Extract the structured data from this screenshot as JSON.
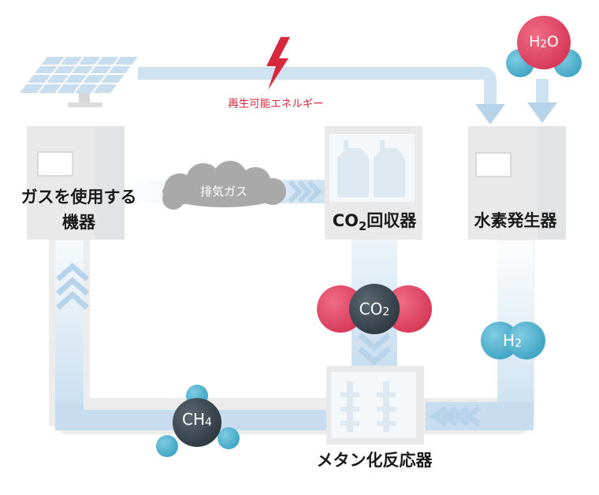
{
  "nodes": {
    "gas_device": {
      "line1": "ガスを使用する",
      "line2": "機器"
    },
    "co2_recovery": {
      "prefix": "CO",
      "sub": "2",
      "suffix": "回収器"
    },
    "h2_generator": {
      "label": "水素発生器"
    },
    "methanation": {
      "label": "メタン化反応器"
    }
  },
  "flows": {
    "renewable_energy": "再生可能エネルギー",
    "exhaust_gas": "排気ガス"
  },
  "molecules": {
    "h2o": {
      "main": "H",
      "sub": "2",
      "tail": "O"
    },
    "co2": {
      "main": "CO",
      "sub": "2"
    },
    "h2": {
      "main": "H",
      "sub": "2"
    },
    "ch4": {
      "main": "CH",
      "sub": "4"
    }
  },
  "colors": {
    "pipe_blue": "#c7dff0",
    "box_grey": "#e9e9ea",
    "energy_red": "#d8283e",
    "oxygen_pink": "#e0506a",
    "carbon_dark": "#3b4650",
    "hydrogen_cyan": "#5bb6d2",
    "cloud_grey": "#a9a9a9"
  },
  "icons": [
    "solar-panel-icon",
    "lightning-icon",
    "chevron-arrow-icon",
    "cloud-icon"
  ]
}
